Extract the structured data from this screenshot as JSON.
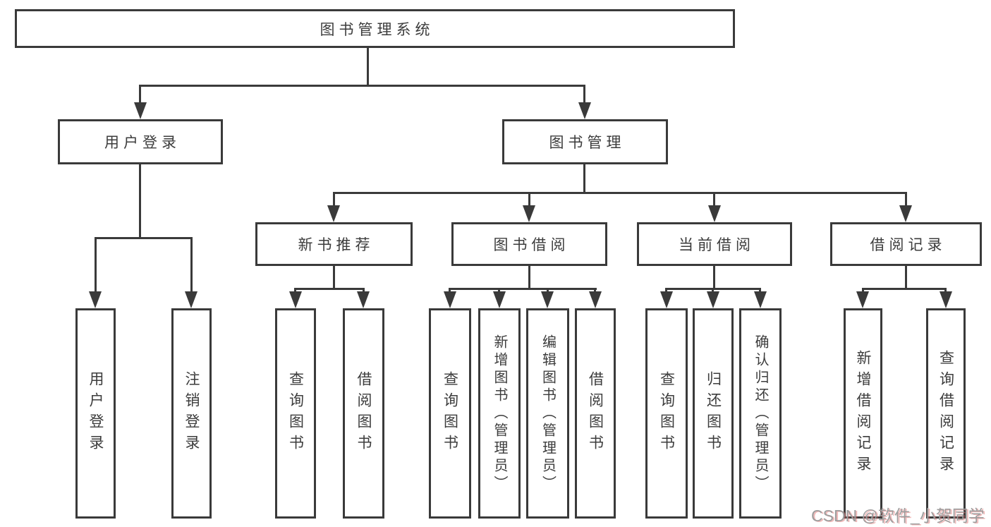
{
  "title": "图书管理系统",
  "nodes": {
    "root": "图书管理系统",
    "user_login": "用户登录",
    "book_management": "图书管理",
    "new_book_recommend": "新书推荐",
    "book_borrow": "图书借阅",
    "current_borrow": "当前借阅",
    "borrow_records": "借阅记录",
    "leaf_user_login": "用户登录",
    "leaf_logout_login": "注销登录",
    "leaf_query_books_1": "查询图书",
    "leaf_borrow_books_1": "借阅图书",
    "leaf_query_books_2": "查询图书",
    "leaf_add_book_admin": "新增图书（管理员）",
    "leaf_edit_book_admin": "编辑图书（管理员）",
    "leaf_borrow_books_2": "借阅图书",
    "leaf_query_books_3": "查询图书",
    "leaf_return_books": "归还图书",
    "leaf_confirm_return_admin": "确认归还（管理员）",
    "leaf_add_borrow_record": "新增借阅记录",
    "leaf_query_borrow_record": "查询借阅记录"
  },
  "watermark": "CSDN @软件_小贺同学",
  "colors": {
    "line": "#3a3a3a",
    "text": "#3c3c3c",
    "watermark": "#9d9d9d",
    "watermark_accent": "#de6464",
    "background": "#ffffff"
  }
}
